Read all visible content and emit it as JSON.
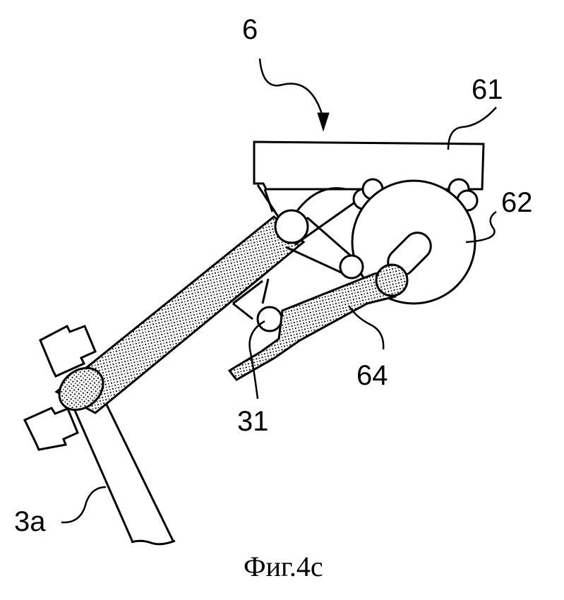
{
  "figure": {
    "caption": "Фиг.4с",
    "labels": {
      "assembly": "6",
      "housing": "61",
      "disc": "62",
      "lever": "64",
      "pin": "31",
      "arm": "3a"
    }
  }
}
